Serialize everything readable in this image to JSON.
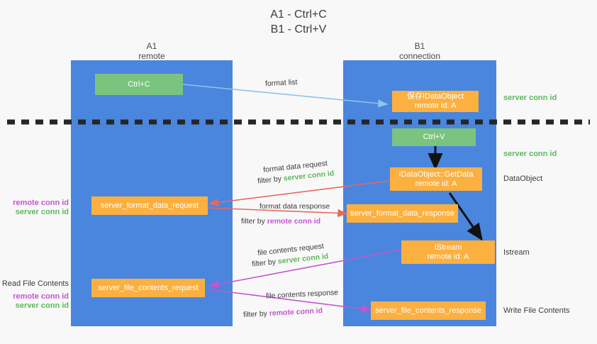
{
  "title": {
    "line1": "A1 - Ctrl+C",
    "line2": "B1 - Ctrl+V"
  },
  "lanes": [
    {
      "name": "A1",
      "sub": "remote"
    },
    {
      "name": "B1",
      "sub": "connection"
    }
  ],
  "boxes": {
    "ctrl_c": {
      "label": "Ctrl+C"
    },
    "ctrl_v": {
      "label": "Ctrl+V"
    },
    "save_idataobject": {
      "label": "保存IDataObject",
      "sub": "remote id: A"
    },
    "getdata": {
      "label": "IDataObject::GetData",
      "sub": "remote id: A"
    },
    "istream": {
      "label": "IStream",
      "sub": "remote id: A"
    },
    "format_data_request": {
      "label": "server_format_data_request"
    },
    "format_data_response": {
      "label": "server_format_data_response"
    },
    "file_contents_request": {
      "label": "server_file_contents_request"
    },
    "file_contents_response": {
      "label": "server_file_contents_response"
    }
  },
  "edges": {
    "format_list": "format list",
    "format_data_request": "format data request",
    "format_data_request_filter_prefix": "filter by ",
    "format_data_request_filter_value": "server conn id",
    "format_data_response": "format data response",
    "format_data_response_filter_prefix": "filter by ",
    "format_data_response_filter_value": "remote conn id",
    "file_contents_request": "file contents request",
    "file_contents_request_filter_prefix": "filter by ",
    "file_contents_request_filter_value": "server conn id",
    "file_contents_response": "file contents response",
    "file_contents_response_filter_prefix": "filter by ",
    "file_contents_response_filter_value": "remote conn id"
  },
  "annotations": {
    "right_server_conn_1": "server conn id",
    "right_server_conn_2": "server conn id",
    "right_dataobject": "DataObject",
    "right_istream": "Istream",
    "right_write_file_contents": "Write File Contents",
    "left_remote_conn_1": "remote conn id",
    "left_server_conn_1": "server conn id",
    "left_read_file_contents": "Read File Contents",
    "left_remote_conn_2": "remote conn id",
    "left_server_conn_2": "server conn id"
  },
  "colors": {
    "lane": "#4a86dd",
    "green_box": "#7ac47f",
    "orange_box": "#fbb040",
    "green_text": "#5cb85c",
    "purple_text": "#c455d0",
    "arrow_blue": "#8ec3e8",
    "arrow_red": "#e8675f",
    "arrow_purple": "#c455d0",
    "arrow_dark": "#1a1a1a",
    "divider": "#262626",
    "background": "#f8f8f8"
  }
}
